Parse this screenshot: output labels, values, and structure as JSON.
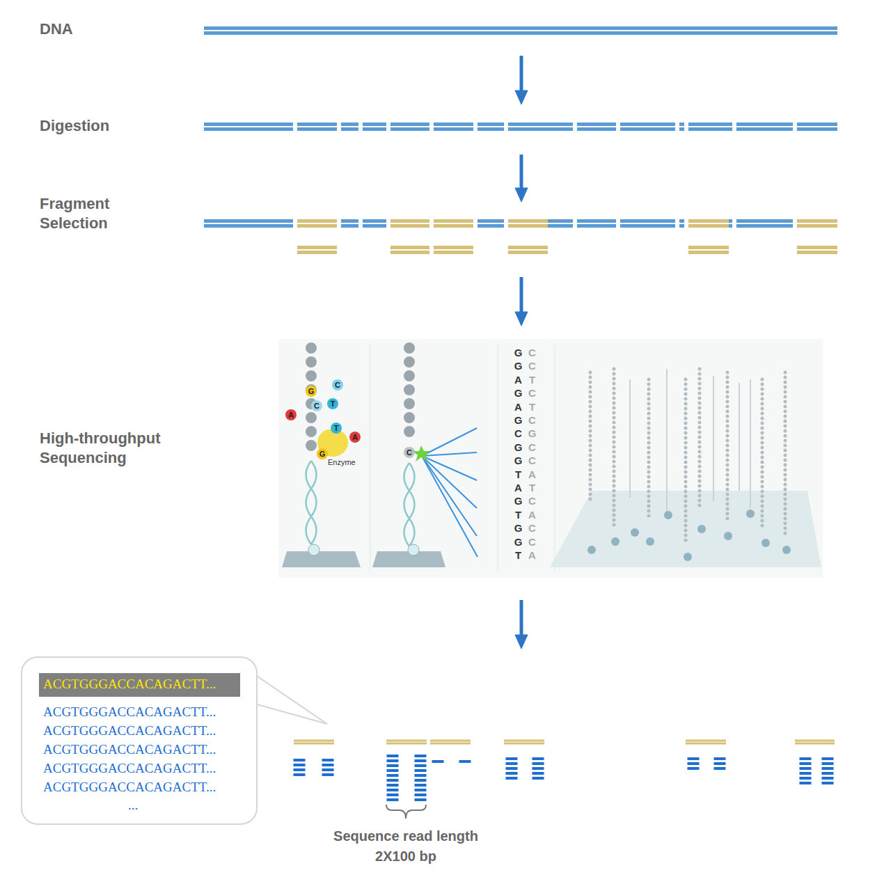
{
  "diagram": {
    "nodes": [
      {
        "text": [
          "ACGTGGGACCACAGACTT...",
          "ACGTGGGACCACAGACTT...",
          "ACGTGGGACCACAGACTT...",
          "ACGTGGGACCACAGACTT...",
          "ACGTGGGACCACAGACTT...",
          "..."
        ]
      },
      {
        "text": [
          "ACGTGGGACCACAGACTT..."
        ],
        "in": 0
      }
    ],
    "labels": [
      "DNA",
      "Digestion",
      "Fragment Selection",
      "High-throughput Sequencing",
      "G",
      "C",
      "C",
      "T",
      "A",
      "T",
      "A",
      "G",
      "Enzyme",
      "C",
      "GGAGAGCGGTAGTGGT",
      "CCTCTCGCCATCACCA",
      "Sequence read length",
      "2X100 bp"
    ]
  }
}
